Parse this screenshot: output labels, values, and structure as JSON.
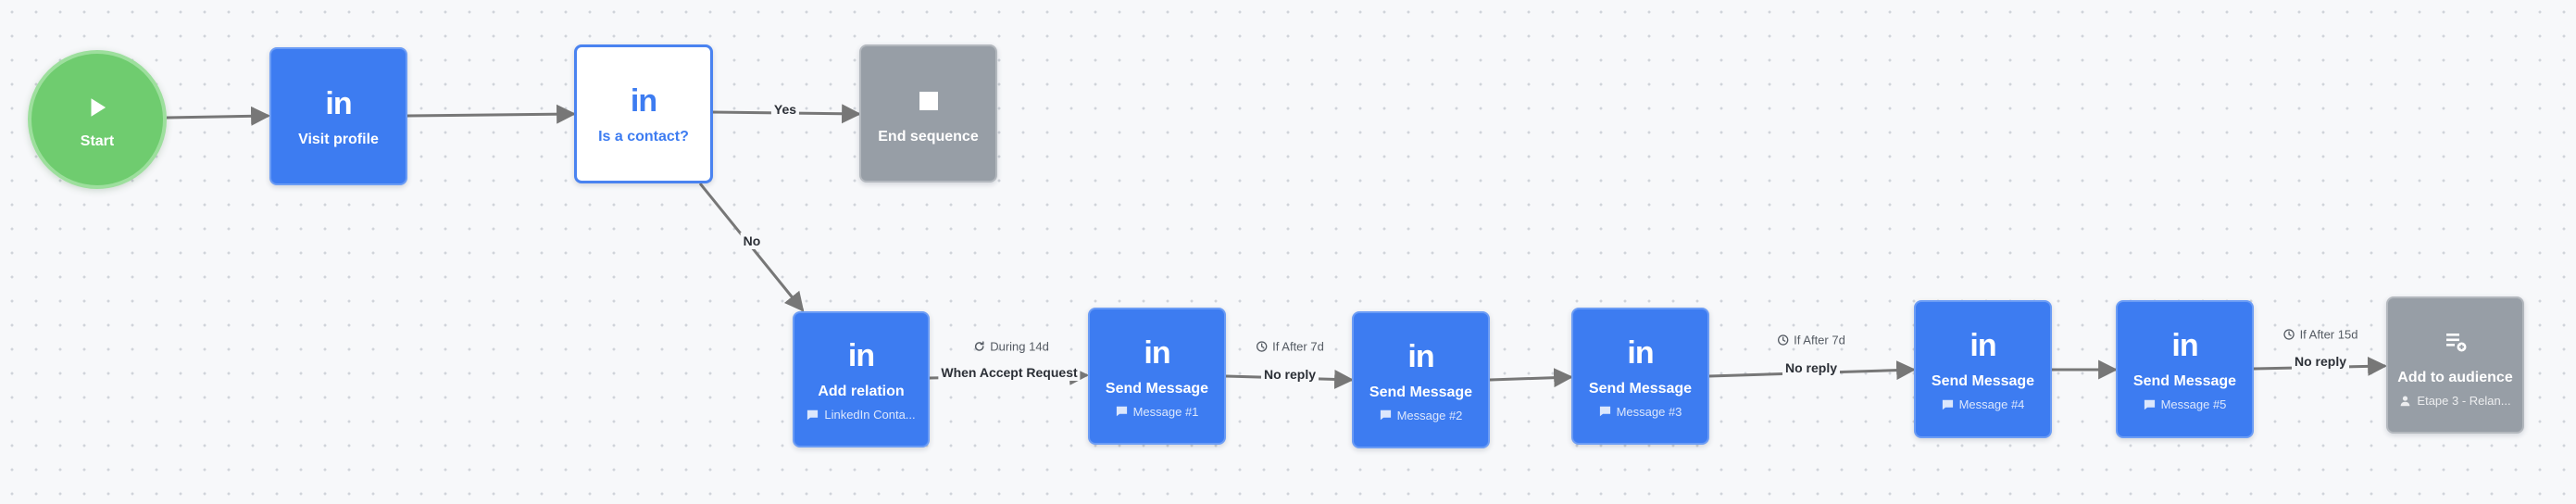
{
  "nodes": {
    "start": {
      "title": "Start",
      "icon": "play-icon"
    },
    "visit_profile": {
      "title": "Visit profile",
      "icon": "linkedin-icon"
    },
    "is_contact": {
      "title": "Is a contact?",
      "icon": "linkedin-icon"
    },
    "end_sequence": {
      "title": "End sequence",
      "icon": "stop-icon"
    },
    "add_relation": {
      "title": "Add relation",
      "subtitle": "LinkedIn Conta...",
      "icon": "linkedin-icon"
    },
    "send_message_1": {
      "title": "Send Message",
      "subtitle": "Message #1",
      "icon": "linkedin-icon"
    },
    "send_message_2": {
      "title": "Send Message",
      "subtitle": "Message #2",
      "icon": "linkedin-icon"
    },
    "send_message_3": {
      "title": "Send Message",
      "subtitle": "Message #3",
      "icon": "linkedin-icon"
    },
    "send_message_4": {
      "title": "Send Message",
      "subtitle": "Message #4",
      "icon": "linkedin-icon"
    },
    "send_message_5": {
      "title": "Send Message",
      "subtitle": "Message #5",
      "icon": "linkedin-icon"
    },
    "add_to_audience": {
      "title": "Add to audience",
      "subtitle": "Etape 3 - Relan...",
      "icon": "playlist-add-icon"
    }
  },
  "edges": {
    "yes": "Yes",
    "no": "No",
    "when_accept": {
      "condition": "During 14d",
      "label": "When Accept Request"
    },
    "no_reply_1": {
      "condition": "If After 7d",
      "label": "No reply"
    },
    "no_reply_2": {
      "condition": "If After 7d",
      "label": "No reply"
    },
    "no_reply_3": {
      "condition": "If After 15d",
      "label": "No reply"
    }
  },
  "colors": {
    "action_blue": "#3d7cf1",
    "start_green": "#6fcc6f",
    "end_gray": "#979ea6",
    "edge_gray": "#777777"
  }
}
